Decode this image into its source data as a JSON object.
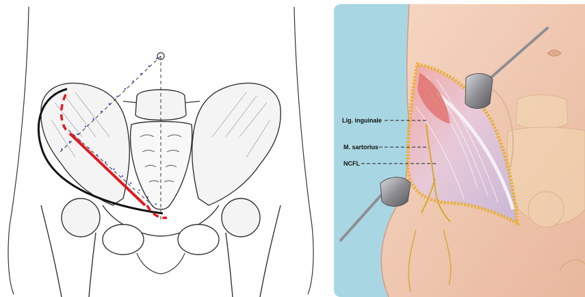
{
  "right_illustration": {
    "labels": [
      {
        "id": "lig-inguinale",
        "text": "Lig. inguinale"
      },
      {
        "id": "m-sartorius",
        "text": "M. sartorius"
      },
      {
        "id": "ncfl",
        "text": "NCFL"
      }
    ]
  },
  "colors": {
    "red_line": "#e11b22",
    "black_line": "#111111",
    "blue_dots": "#2f3fe0",
    "background_blue": "#a9d6e3",
    "skin": "#f1c9b3",
    "retractor": "#8e8e93",
    "nerve_yellow": "#d9a72b"
  }
}
